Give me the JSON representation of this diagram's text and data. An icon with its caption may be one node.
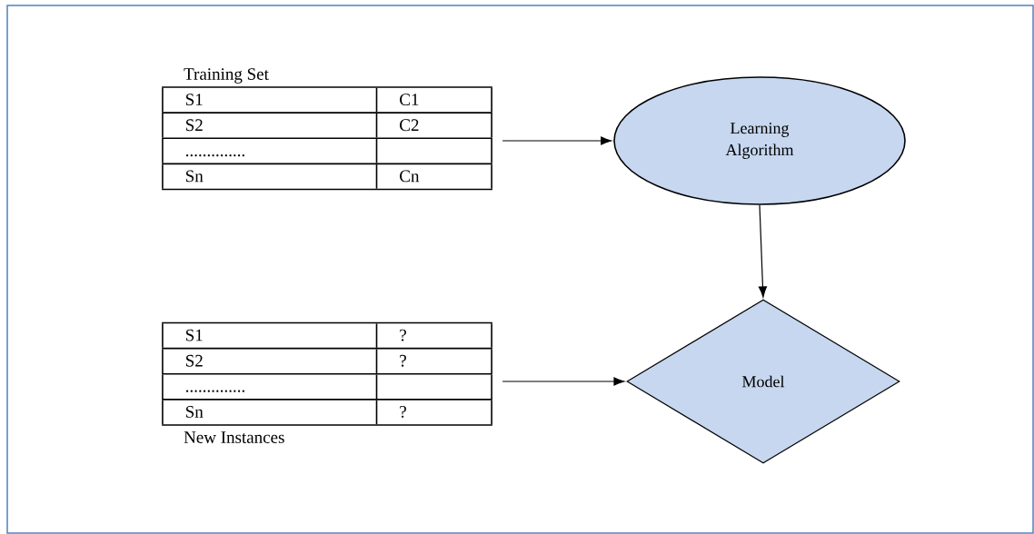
{
  "diagram": {
    "nodes": [
      {
        "text": [
          "Training Set",
          "S1",
          "C1",
          "S2",
          "C2",
          "..............",
          "Sn",
          "Cn"
        ]
      },
      {
        "text": [
          "Learning Algorithm"
        ]
      },
      {
        "text": [
          "S1",
          "?",
          "S2",
          "?",
          "..............",
          "Sn",
          "?",
          "New Instances"
        ]
      },
      {
        "text": [
          "Model"
        ]
      }
    ],
    "edges": [
      {
        "from": 0,
        "to": 1,
        "arrow": "to"
      },
      {
        "from": 1,
        "to": 3,
        "arrow": "to"
      },
      {
        "from": 2,
        "to": 3,
        "arrow": "to"
      }
    ]
  }
}
